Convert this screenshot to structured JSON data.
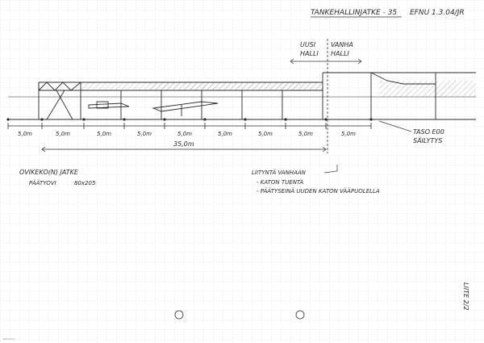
{
  "header": {
    "title": "TANKEHALLINJATKE - 35",
    "ref": "EFNU 1.3.04/JR"
  },
  "section_labels": {
    "new_hall_line1": "UUSI",
    "new_hall_line2": "HALLI",
    "old_hall_line1": "VANHA",
    "old_hall_line2": "HALLI"
  },
  "spans": [
    "5,0m",
    "5,0m",
    "5,0m",
    "5,0m",
    "5,0m",
    "5,0m",
    "5,0m",
    "5,0m",
    "5,0m"
  ],
  "total_length": "35,0m",
  "notes": {
    "door_title": "OVIKEKO(N) JATKE",
    "door_sub1": "PÄÄTYOVI",
    "door_sub2": "80x205",
    "joint_title": "LIITYNTÄ VANHAAN",
    "joint_item1": "- KATON TUENTA",
    "joint_item2": "- PÄÄTYSEINÄ UUDEN KATON VÄÄPUOLELLA",
    "level_line1": "TASO E00",
    "level_line2": "SÄILYTYS"
  },
  "margin_note": "LIITE 2/2",
  "corner_note": "Reduction"
}
